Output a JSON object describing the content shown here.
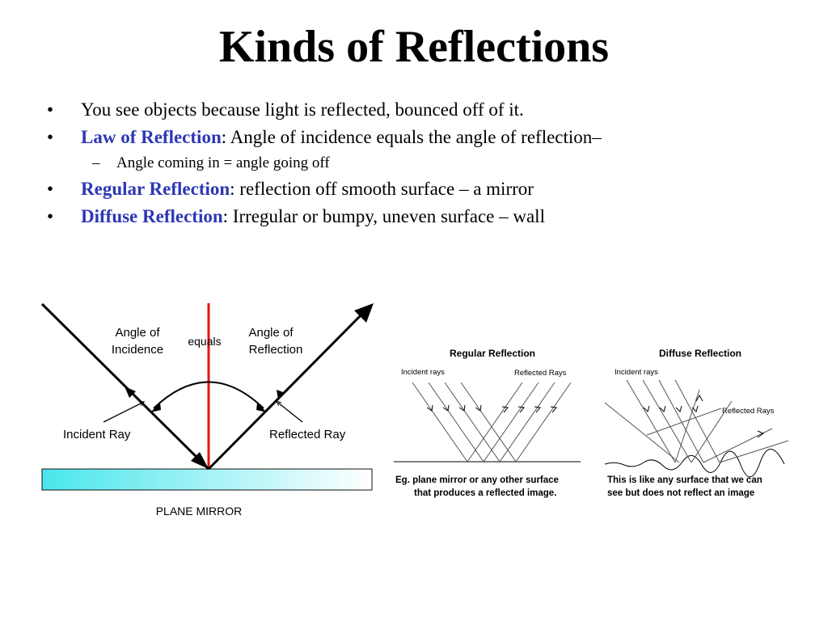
{
  "slide": {
    "title": "Kinds of Reflections"
  },
  "bullets": [
    {
      "text": "You see objects because light is reflected, bounced off of it."
    },
    {
      "term": "Law of Reflection",
      "text": ": Angle of incidence equals the angle of reflection–"
    },
    {
      "text": "Angle coming in = angle going off",
      "marker": "–"
    },
    {
      "term": "Regular Reflection",
      "text": ": reflection off smooth surface – a mirror"
    },
    {
      "term": "Diffuse Reflection",
      "text": ": Irregular or bumpy, uneven surface – wall"
    }
  ],
  "bullet_marker": "•",
  "mirror_diagram": {
    "angle_incidence": [
      "Angle of",
      "Incidence"
    ],
    "equals": "equals",
    "angle_reflection": [
      "Angle of",
      "Reflection"
    ],
    "incident_ray": "Incident Ray",
    "reflected_ray": "Reflected Ray",
    "mirror_label": "PLANE MIRROR",
    "colors": {
      "normal": "#e01414",
      "mirror_left": "#49e6ec",
      "mirror_right": "#ffffff"
    }
  },
  "regular_diagram": {
    "title": "Regular Reflection",
    "incident": "Incident rays",
    "reflected": "Reflected Rays",
    "caption": [
      "Eg. plane mirror or any other surface",
      "that produces a reflected image."
    ]
  },
  "diffuse_diagram": {
    "title": "Diffuse Reflection",
    "incident": "Incident rays",
    "reflected": "Reflected Rays",
    "caption": [
      "This is like any surface that we can",
      "see but does not reflect an image"
    ]
  }
}
